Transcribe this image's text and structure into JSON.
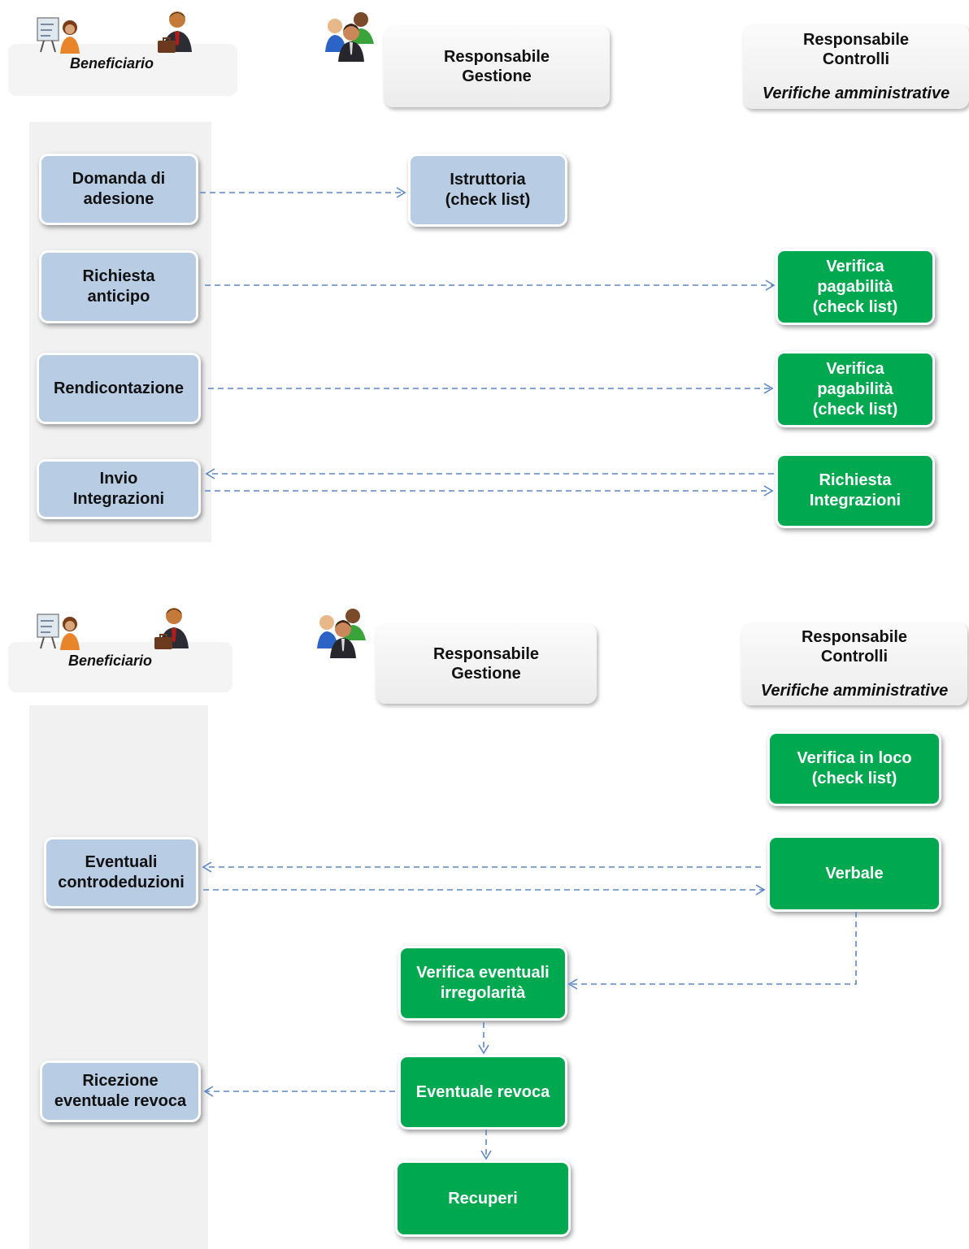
{
  "colors": {
    "beneficiary_box": "#b8cce4",
    "controls_box": "#00a84f",
    "connector": "#5b86c4",
    "lane": "#f1f1f1"
  },
  "icons": {
    "beneficiario": [
      "presenter-woman-icon",
      "businessman-briefcase-icon"
    ],
    "gestione": "people-group-icon"
  },
  "diagram1": {
    "headers": {
      "beneficiario": "Beneficiario",
      "gestione": [
        "Responsabile",
        "Gestione"
      ],
      "controlli": [
        "Responsabile",
        "Controlli"
      ],
      "controlli_sub": "Verifiche amministrative"
    },
    "nodes": {
      "domanda": [
        "Domanda di",
        "adesione"
      ],
      "istruttoria": [
        "Istruttoria",
        "(check list)"
      ],
      "anticipo": [
        "Richiesta",
        "anticipo"
      ],
      "verifica1": [
        "Verifica",
        "pagabilità",
        "(check list)"
      ],
      "rendicontazione": [
        "Rendicontazione"
      ],
      "verifica2": [
        "Verifica",
        "pagabilità",
        "(check list)"
      ],
      "invio": [
        "Invio",
        "Integrazioni"
      ],
      "richiesta_integr": [
        "Richiesta",
        "Integrazioni"
      ]
    }
  },
  "diagram2": {
    "headers": {
      "beneficiario": "Beneficiario",
      "gestione": [
        "Responsabile",
        "Gestione"
      ],
      "controlli": [
        "Responsabile",
        "Controlli"
      ],
      "controlli_sub": "Verifiche amministrative"
    },
    "nodes": {
      "verifica_loco": [
        "Verifica in loco",
        "(check list)"
      ],
      "controdeduzioni": [
        "Eventuali",
        "controdeduzioni"
      ],
      "verbale": [
        "Verbale"
      ],
      "irregolarita": [
        "Verifica  eventuali",
        "irregolarità"
      ],
      "ricezione": [
        "Ricezione",
        "eventuale revoca"
      ],
      "revoca": [
        "Eventuale revoca"
      ],
      "recuperi": [
        "Recuperi"
      ]
    }
  }
}
